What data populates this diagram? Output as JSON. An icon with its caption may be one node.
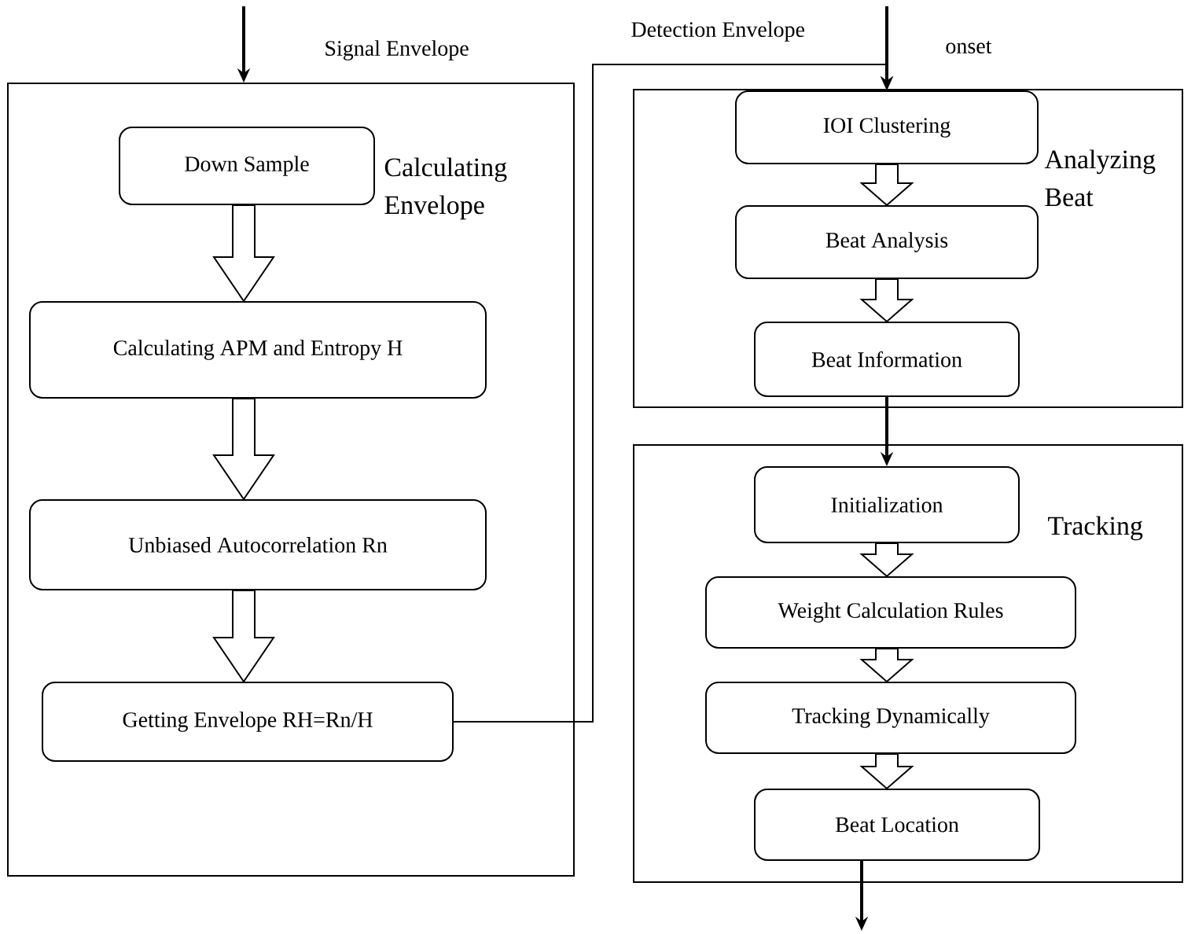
{
  "diagram": {
    "nodes": [
      {
        "text": [
          "Calculating Envelope"
        ]
      },
      {
        "text": [
          "Down Sample"
        ],
        "in": 0
      },
      {
        "text": [
          "Calculating APM and Entropy H"
        ],
        "in": 0
      },
      {
        "text": [
          "Unbiased Autocorrelation Rn"
        ],
        "in": 0
      },
      {
        "text": [
          "Getting Envelope RH=Rn/H"
        ],
        "in": 0
      },
      {
        "text": [
          "Analyzing Beat"
        ]
      },
      {
        "text": [
          "IOI Clustering"
        ],
        "in": 5
      },
      {
        "text": [
          "Beat Analysis"
        ],
        "in": 5
      },
      {
        "text": [
          "Beat Information"
        ],
        "in": 5
      },
      {
        "text": [
          "Tracking"
        ]
      },
      {
        "text": [
          "Initialization"
        ],
        "in": 9
      },
      {
        "text": [
          "Weight Calculation Rules"
        ],
        "in": 9
      },
      {
        "text": [
          "Tracking Dynamically"
        ],
        "in": 9
      },
      {
        "text": [
          "Beat Location"
        ],
        "in": 9
      }
    ],
    "edges": [
      {
        "from": null,
        "to": 0,
        "arrow": "to",
        "label": "Signal Envelope"
      },
      {
        "from": 1,
        "to": 2,
        "arrow": "to"
      },
      {
        "from": 2,
        "to": 3,
        "arrow": "to"
      },
      {
        "from": 3,
        "to": 4,
        "arrow": "to"
      },
      {
        "from": 4,
        "to": 6,
        "arrow": "to",
        "label": "Detection Envelope"
      },
      {
        "from": null,
        "to": 6,
        "arrow": "to",
        "label": "onset"
      },
      {
        "from": 6,
        "to": 7,
        "arrow": "to"
      },
      {
        "from": 7,
        "to": 8,
        "arrow": "to"
      },
      {
        "from": 8,
        "to": 10,
        "arrow": "to"
      },
      {
        "from": 10,
        "to": 11,
        "arrow": "to"
      },
      {
        "from": 11,
        "to": 12,
        "arrow": "to"
      },
      {
        "from": 12,
        "to": 13,
        "arrow": "to"
      },
      {
        "from": 13,
        "to": null,
        "arrow": "to"
      }
    ]
  }
}
